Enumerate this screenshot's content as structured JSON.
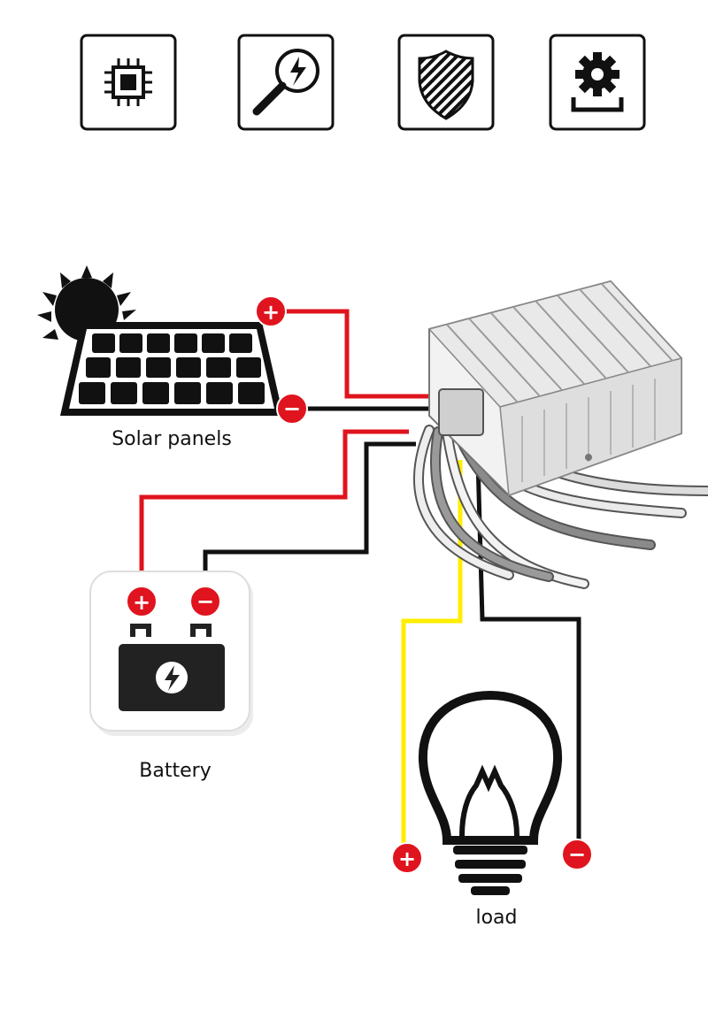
{
  "icons": [
    {
      "name": "chip-icon"
    },
    {
      "name": "magnifier-bolt-icon"
    },
    {
      "name": "shield-icon"
    },
    {
      "name": "gear-install-icon"
    }
  ],
  "labels": {
    "solar": "Solar panels",
    "battery": "Battery",
    "load": "load"
  },
  "terminals": {
    "plus": "+",
    "minus": "−"
  },
  "colors": {
    "wire_red": "#e0141e",
    "wire_black": "#111111",
    "wire_yellow": "#ffee00",
    "terminal": "#e0141e"
  }
}
